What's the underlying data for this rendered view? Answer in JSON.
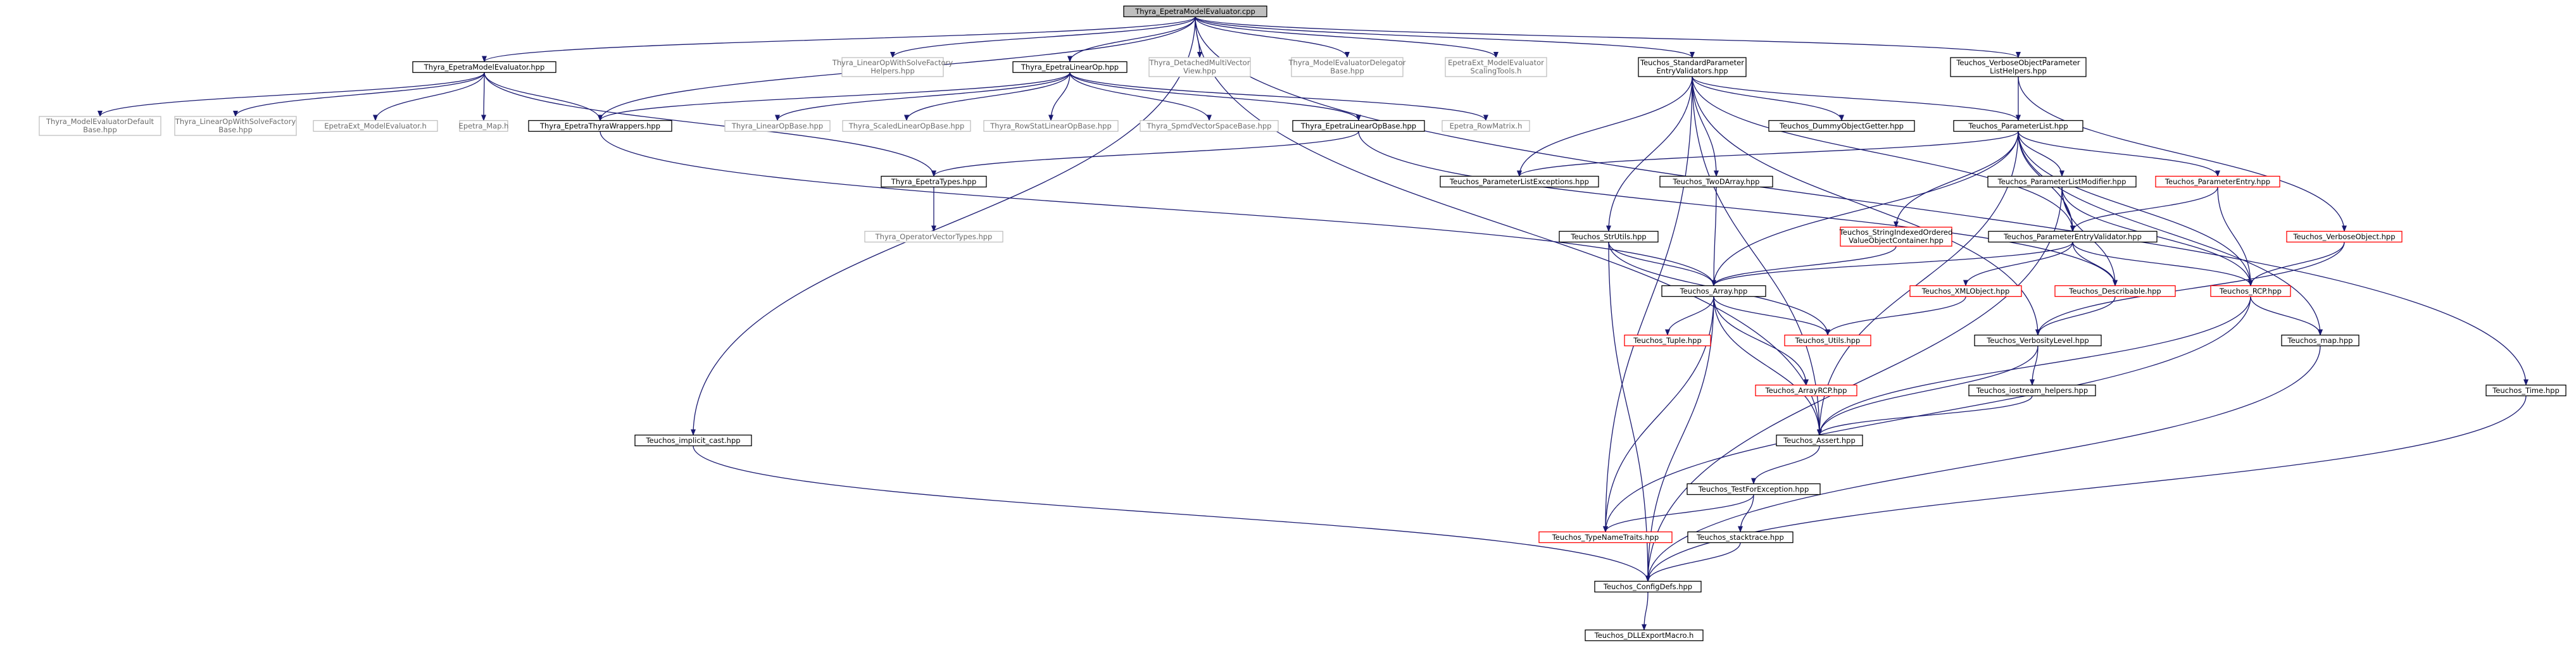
{
  "graph": {
    "colors": {
      "edge": "#191970",
      "main_fill": "#bfbfbf",
      "documented_border": "#000000",
      "undocumented_border": "#bfbfbf",
      "truncated_border": "#ff0000"
    },
    "nodes": [
      {
        "id": "main",
        "kind": "main",
        "lines": [
          "Thyra_EpetraModelEvaluator.cpp"
        ]
      },
      {
        "id": "tyme_hpp",
        "kind": "doc",
        "lines": [
          "Thyra_EpetraModelEvaluator.hpp"
        ]
      },
      {
        "id": "lowsf_h",
        "kind": "ext",
        "lines": [
          "Thyra_LinearOpWithSolveFactory",
          "Helpers.hpp"
        ]
      },
      {
        "id": "elo",
        "kind": "doc",
        "lines": [
          "Thyra_EpetraLinearOp.hpp"
        ]
      },
      {
        "id": "dmv",
        "kind": "ext",
        "lines": [
          "Thyra_DetachedMultiVector",
          "View.hpp"
        ]
      },
      {
        "id": "med",
        "kind": "ext",
        "lines": [
          "Thyra_ModelEvaluatorDelegator",
          "Base.hpp"
        ]
      },
      {
        "id": "eme_st",
        "kind": "ext",
        "lines": [
          "EpetraExt_ModelEvaluator",
          "ScalingTools.h"
        ]
      },
      {
        "id": "spev",
        "kind": "doc",
        "lines": [
          "Teuchos_StandardParameter",
          "EntryValidators.hpp"
        ]
      },
      {
        "id": "vopl",
        "kind": "doc",
        "lines": [
          "Teuchos_VerboseObjectParameter",
          "ListHelpers.hpp"
        ]
      },
      {
        "id": "med_def",
        "kind": "ext",
        "lines": [
          "Thyra_ModelEvaluatorDefault",
          "Base.hpp"
        ]
      },
      {
        "id": "lowsf_b",
        "kind": "ext",
        "lines": [
          "Thyra_LinearOpWithSolveFactory",
          "Base.hpp"
        ]
      },
      {
        "id": "eext_me",
        "kind": "ext",
        "lines": [
          "EpetraExt_ModelEvaluator.h"
        ]
      },
      {
        "id": "epetra_map",
        "kind": "ext",
        "lines": [
          "Epetra_Map.h"
        ]
      },
      {
        "id": "etw",
        "kind": "doc",
        "lines": [
          "Thyra_EpetraThyraWrappers.hpp"
        ]
      },
      {
        "id": "lob",
        "kind": "ext",
        "lines": [
          "Thyra_LinearOpBase.hpp"
        ]
      },
      {
        "id": "slob",
        "kind": "ext",
        "lines": [
          "Thyra_ScaledLinearOpBase.hpp"
        ]
      },
      {
        "id": "rslob",
        "kind": "ext",
        "lines": [
          "Thyra_RowStatLinearOpBase.hpp"
        ]
      },
      {
        "id": "svsb",
        "kind": "ext",
        "lines": [
          "Thyra_SpmdVectorSpaceBase.hpp"
        ]
      },
      {
        "id": "elob",
        "kind": "doc",
        "lines": [
          "Thyra_EpetraLinearOpBase.hpp"
        ]
      },
      {
        "id": "erm",
        "kind": "ext",
        "lines": [
          "Epetra_RowMatrix.h"
        ]
      },
      {
        "id": "et",
        "kind": "doc",
        "lines": [
          "Thyra_EpetraTypes.hpp"
        ]
      },
      {
        "id": "ovt",
        "kind": "ext",
        "lines": [
          "Thyra_OperatorVectorTypes.hpp"
        ]
      },
      {
        "id": "dog",
        "kind": "doc",
        "lines": [
          "Teuchos_DummyObjectGetter.hpp"
        ]
      },
      {
        "id": "pl",
        "kind": "doc",
        "lines": [
          "Teuchos_ParameterList.hpp"
        ]
      },
      {
        "id": "ple",
        "kind": "doc",
        "lines": [
          "Teuchos_ParameterListExceptions.hpp"
        ]
      },
      {
        "id": "tda",
        "kind": "doc",
        "lines": [
          "Teuchos_TwoDArray.hpp"
        ]
      },
      {
        "id": "plm",
        "kind": "doc",
        "lines": [
          "Teuchos_ParameterListModifier.hpp"
        ]
      },
      {
        "id": "pe",
        "kind": "red",
        "lines": [
          "Teuchos_ParameterEntry.hpp"
        ]
      },
      {
        "id": "sioc",
        "kind": "red",
        "lines": [
          "Teuchos_StringIndexedOrdered",
          "ValueObjectContainer.hpp"
        ]
      },
      {
        "id": "pev",
        "kind": "doc",
        "lines": [
          "Teuchos_ParameterEntryValidator.hpp"
        ]
      },
      {
        "id": "vo",
        "kind": "red",
        "lines": [
          "Teuchos_VerboseObject.hpp"
        ]
      },
      {
        "id": "stru",
        "kind": "doc",
        "lines": [
          "Teuchos_StrUtils.hpp"
        ]
      },
      {
        "id": "arr",
        "kind": "doc",
        "lines": [
          "Teuchos_Array.hpp"
        ]
      },
      {
        "id": "xml",
        "kind": "red",
        "lines": [
          "Teuchos_XMLObject.hpp"
        ]
      },
      {
        "id": "desc",
        "kind": "red",
        "lines": [
          "Teuchos_Describable.hpp"
        ]
      },
      {
        "id": "rcp",
        "kind": "red",
        "lines": [
          "Teuchos_RCP.hpp"
        ]
      },
      {
        "id": "tuple",
        "kind": "red",
        "lines": [
          "Teuchos_Tuple.hpp"
        ]
      },
      {
        "id": "utils",
        "kind": "red",
        "lines": [
          "Teuchos_Utils.hpp"
        ]
      },
      {
        "id": "vl",
        "kind": "doc",
        "lines": [
          "Teuchos_VerbosityLevel.hpp"
        ]
      },
      {
        "id": "map",
        "kind": "doc",
        "lines": [
          "Teuchos_map.hpp"
        ]
      },
      {
        "id": "time",
        "kind": "doc",
        "lines": [
          "Teuchos_Time.hpp"
        ]
      },
      {
        "id": "ic",
        "kind": "doc",
        "lines": [
          "Teuchos_implicit_cast.hpp"
        ]
      },
      {
        "id": "arcp",
        "kind": "red",
        "lines": [
          "Teuchos_ArrayRCP.hpp"
        ]
      },
      {
        "id": "ioh",
        "kind": "doc",
        "lines": [
          "Teuchos_iostream_helpers.hpp"
        ]
      },
      {
        "id": "assert",
        "kind": "doc",
        "lines": [
          "Teuchos_Assert.hpp"
        ]
      },
      {
        "id": "tfe",
        "kind": "doc",
        "lines": [
          "Teuchos_TestForException.hpp"
        ]
      },
      {
        "id": "tnt",
        "kind": "red",
        "lines": [
          "Teuchos_TypeNameTraits.hpp"
        ]
      },
      {
        "id": "st",
        "kind": "doc",
        "lines": [
          "Teuchos_stacktrace.hpp"
        ]
      },
      {
        "id": "cd",
        "kind": "doc",
        "lines": [
          "Teuchos_ConfigDefs.hpp"
        ]
      },
      {
        "id": "dll",
        "kind": "doc",
        "lines": [
          "Teuchos_DLLExportMacro.h"
        ]
      }
    ],
    "edges": [
      [
        "main",
        "tyme_hpp"
      ],
      [
        "main",
        "lowsf_h"
      ],
      [
        "main",
        "elo"
      ],
      [
        "main",
        "dmv"
      ],
      [
        "main",
        "med"
      ],
      [
        "main",
        "eme_st"
      ],
      [
        "main",
        "spev"
      ],
      [
        "main",
        "vopl"
      ],
      [
        "main",
        "time"
      ],
      [
        "main",
        "ic"
      ],
      [
        "main",
        "etw"
      ],
      [
        "main",
        "assert"
      ],
      [
        "tyme_hpp",
        "med_def"
      ],
      [
        "tyme_hpp",
        "lowsf_b"
      ],
      [
        "tyme_hpp",
        "eext_me"
      ],
      [
        "tyme_hpp",
        "epetra_map"
      ],
      [
        "tyme_hpp",
        "etw"
      ],
      [
        "tyme_hpp",
        "et"
      ],
      [
        "elo",
        "lob"
      ],
      [
        "elo",
        "slob"
      ],
      [
        "elo",
        "rslob"
      ],
      [
        "elo",
        "svsb"
      ],
      [
        "elo",
        "elob"
      ],
      [
        "elo",
        "erm"
      ],
      [
        "elo",
        "etw"
      ],
      [
        "etw",
        "arr"
      ],
      [
        "elob",
        "et"
      ],
      [
        "elob",
        "desc"
      ],
      [
        "et",
        "ovt"
      ],
      [
        "spev",
        "pl"
      ],
      [
        "spev",
        "ple"
      ],
      [
        "spev",
        "dog"
      ],
      [
        "spev",
        "tda"
      ],
      [
        "spev",
        "stru"
      ],
      [
        "spev",
        "pev"
      ],
      [
        "spev",
        "vl"
      ],
      [
        "spev",
        "assert"
      ],
      [
        "spev",
        "tnt"
      ],
      [
        "vopl",
        "pl"
      ],
      [
        "vopl",
        "vo"
      ],
      [
        "pl",
        "ple"
      ],
      [
        "pl",
        "plm"
      ],
      [
        "pl",
        "pe"
      ],
      [
        "pl",
        "sioc"
      ],
      [
        "pl",
        "pev"
      ],
      [
        "pl",
        "arr"
      ],
      [
        "pl",
        "rcp"
      ],
      [
        "pl",
        "map"
      ],
      [
        "pl",
        "assert"
      ],
      [
        "plm",
        "pev"
      ],
      [
        "plm",
        "rcp"
      ],
      [
        "plm",
        "desc"
      ],
      [
        "plm",
        "cd"
      ],
      [
        "pe",
        "pev"
      ],
      [
        "pe",
        "rcp"
      ],
      [
        "tda",
        "arr"
      ],
      [
        "sioc",
        "arr"
      ],
      [
        "pev",
        "arr"
      ],
      [
        "pev",
        "xml"
      ],
      [
        "pev",
        "desc"
      ],
      [
        "pev",
        "rcp"
      ],
      [
        "vo",
        "rcp"
      ],
      [
        "vo",
        "vl"
      ],
      [
        "stru",
        "arr"
      ],
      [
        "stru",
        "utils"
      ],
      [
        "stru",
        "cd"
      ],
      [
        "arr",
        "tuple"
      ],
      [
        "arr",
        "utils"
      ],
      [
        "arr",
        "arcp"
      ],
      [
        "arr",
        "assert"
      ],
      [
        "arr",
        "tnt"
      ],
      [
        "arr",
        "cd"
      ],
      [
        "xml",
        "utils"
      ],
      [
        "desc",
        "vl"
      ],
      [
        "rcp",
        "map"
      ],
      [
        "rcp",
        "assert"
      ],
      [
        "rcp",
        "tnt"
      ],
      [
        "vl",
        "ioh"
      ],
      [
        "vl",
        "assert"
      ],
      [
        "ioh",
        "assert"
      ],
      [
        "map",
        "cd"
      ],
      [
        "time",
        "cd"
      ],
      [
        "ic",
        "cd"
      ],
      [
        "assert",
        "tfe"
      ],
      [
        "tfe",
        "tnt"
      ],
      [
        "tfe",
        "st"
      ],
      [
        "st",
        "cd"
      ],
      [
        "cd",
        "dll"
      ]
    ]
  }
}
